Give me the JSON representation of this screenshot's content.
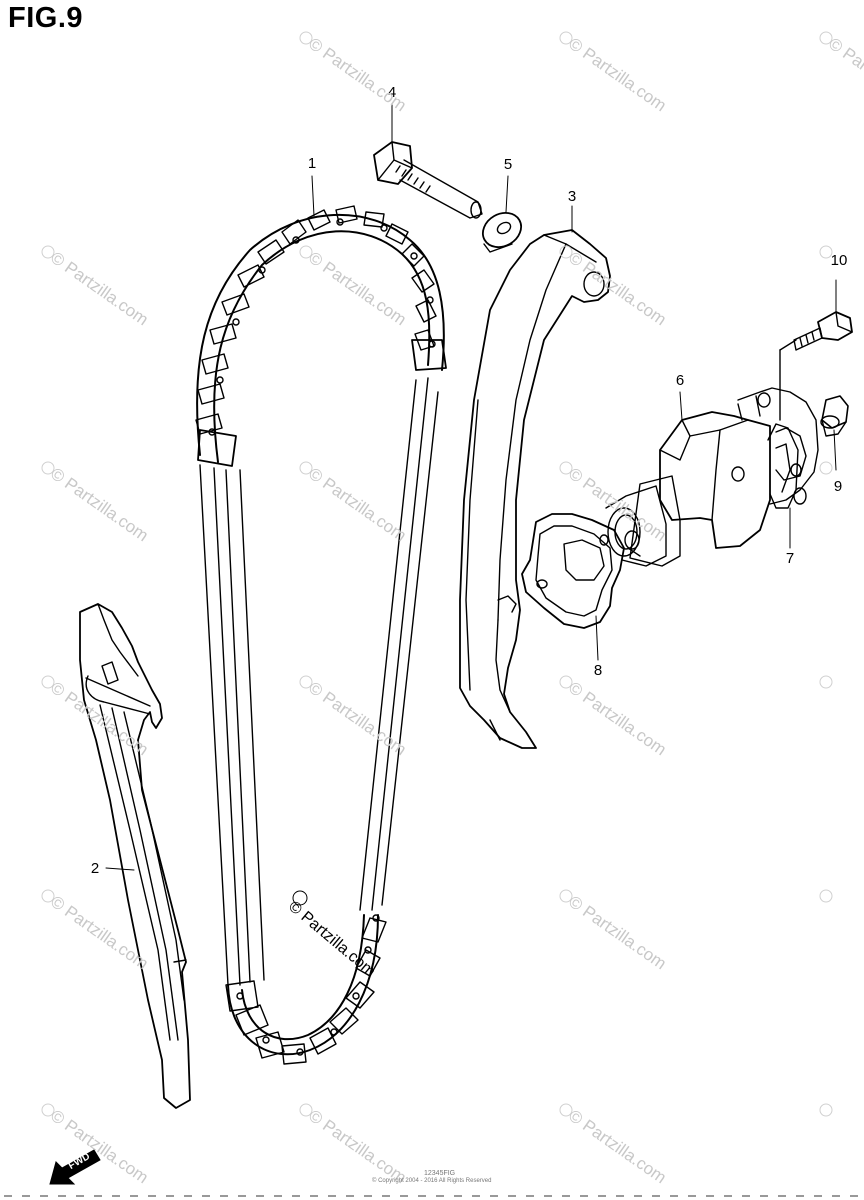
{
  "figure": {
    "title": "FIG.9"
  },
  "callouts": [
    {
      "id": "1",
      "label": "1"
    },
    {
      "id": "2",
      "label": "2"
    },
    {
      "id": "3",
      "label": "3"
    },
    {
      "id": "4",
      "label": "4"
    },
    {
      "id": "5",
      "label": "5"
    },
    {
      "id": "6",
      "label": "6"
    },
    {
      "id": "7",
      "label": "7"
    },
    {
      "id": "8",
      "label": "8"
    },
    {
      "id": "9",
      "label": "9"
    },
    {
      "id": "10",
      "label": "10"
    }
  ],
  "watermark": {
    "text": "© Partzilla.com",
    "center_text": "© Partzilla.com",
    "color": "#c8c8c8"
  },
  "badge": {
    "fwd": "FWD"
  },
  "footer": {
    "code": "12345FIG",
    "copyright": "© Copyright 2004 - 2016 All Rights Reserved"
  }
}
